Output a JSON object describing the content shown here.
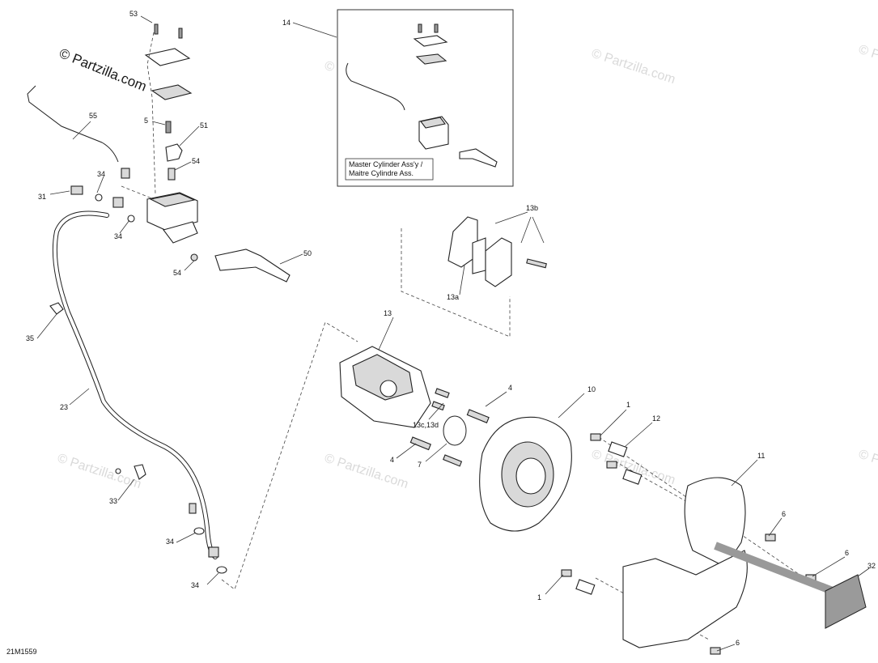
{
  "diagram": {
    "figure_code": "21M1559",
    "watermark": "© Partzilla.com",
    "inset_caption_line1": "Master Cylinder Ass'y /",
    "inset_caption_line2": "Maitre Cylindre Ass.",
    "callouts": {
      "c53": "53",
      "c14": "14",
      "c55": "55",
      "c5": "5",
      "c51": "51",
      "c54a": "54",
      "c34a": "34",
      "c31": "31",
      "c34b": "34",
      "c54b": "54",
      "c50": "50",
      "c35": "35",
      "c23": "23",
      "c33": "33",
      "c34c": "34",
      "c34d": "34",
      "c13b": "13b",
      "c13a": "13a",
      "c13": "13",
      "c4a": "4",
      "c10": "10",
      "c13cd": "13c,13d",
      "c4b": "4",
      "c7": "7",
      "c1a": "1",
      "c12": "12",
      "c11": "11",
      "c6a": "6",
      "c6b": "6",
      "c32": "32",
      "c1b": "1",
      "c6c": "6"
    }
  }
}
